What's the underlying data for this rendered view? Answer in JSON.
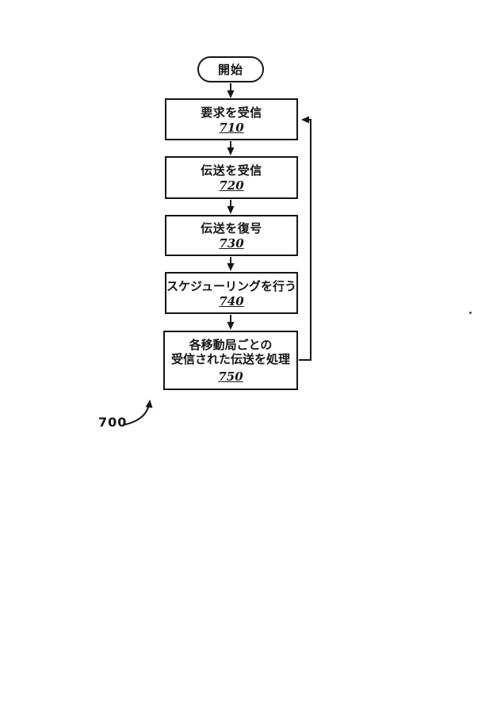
{
  "page": {
    "background": "#ffffff",
    "ink_color": "#161616"
  },
  "diagram": {
    "type": "flowchart",
    "figure_label": "700",
    "start": {
      "label": "開始"
    },
    "steps": [
      {
        "lines": [
          "要求を受信"
        ],
        "ref": "710"
      },
      {
        "lines": [
          "伝送を受信"
        ],
        "ref": "720"
      },
      {
        "lines": [
          "伝送を復号"
        ],
        "ref": "730"
      },
      {
        "lines": [
          "スケジューリングを行う"
        ],
        "ref": "740"
      },
      {
        "lines": [
          "各移動局ごとの",
          "受信された伝送を処理"
        ],
        "ref": "750"
      }
    ],
    "connections": [
      "start -> 710",
      "710 -> 720",
      "720 -> 730",
      "730 -> 740",
      "740 -> 750",
      "750 -> 710 feedback loop (right side)"
    ]
  }
}
